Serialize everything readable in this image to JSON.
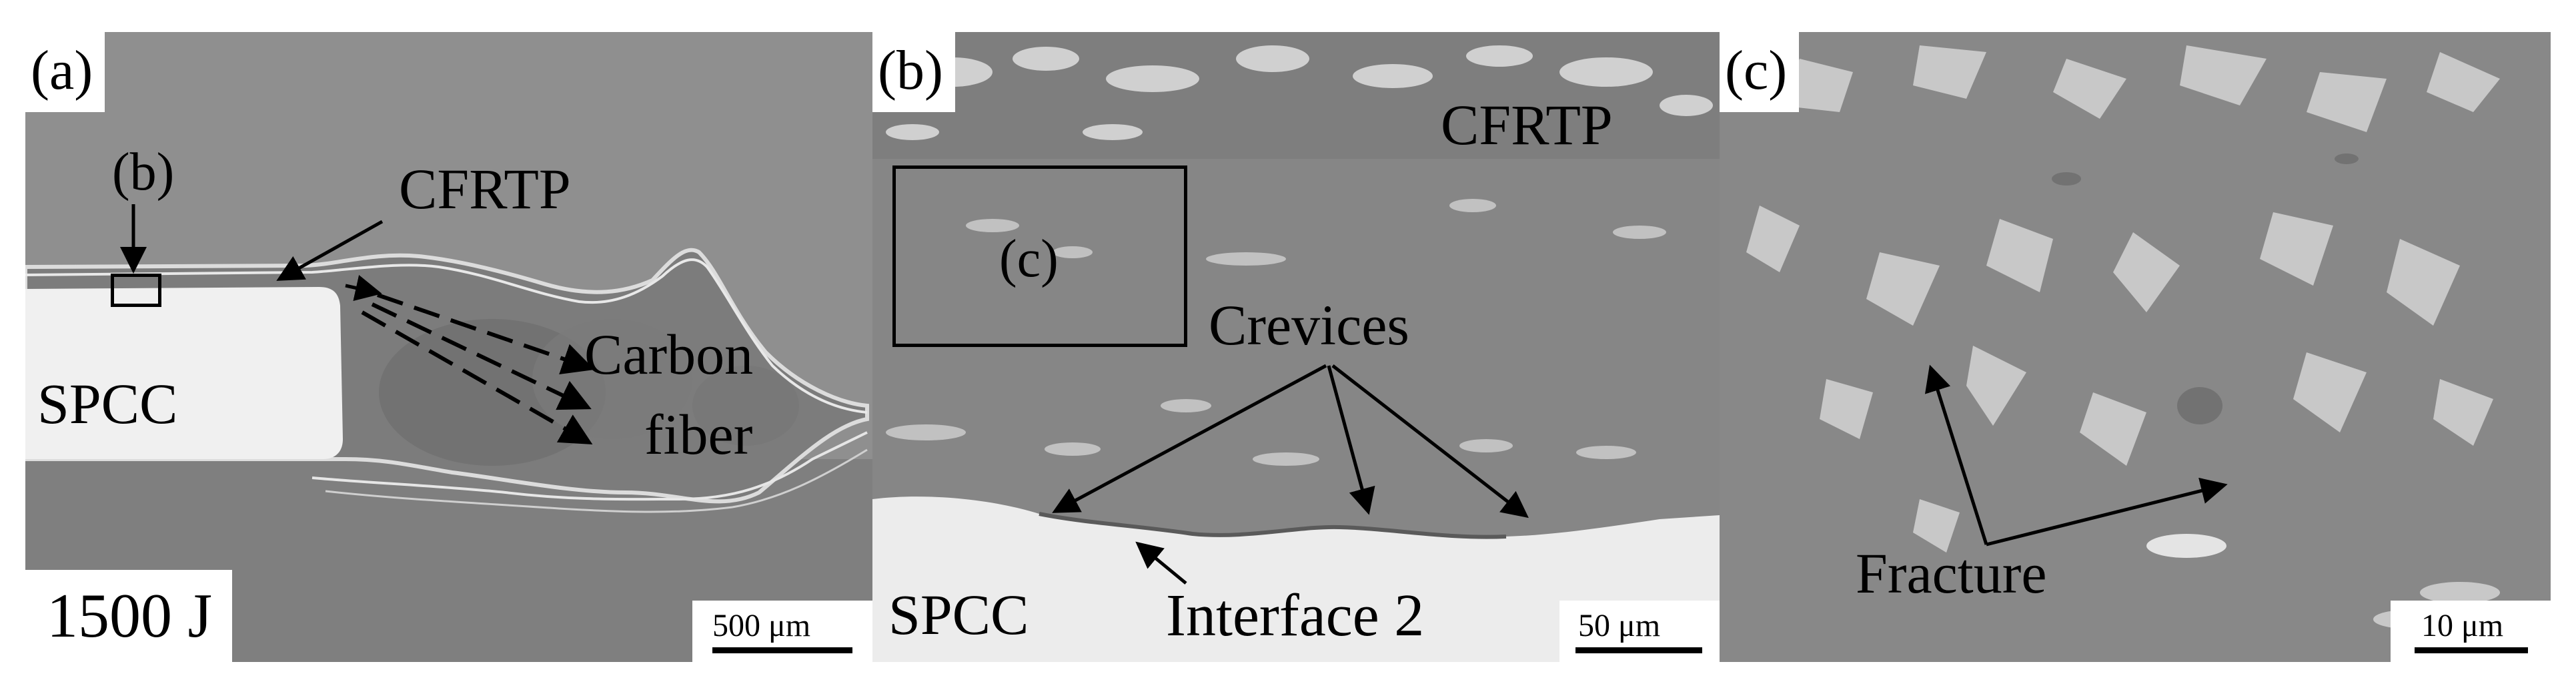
{
  "panels": [
    {
      "id": "a",
      "tag": "(a)",
      "labels": {
        "b_ref": "(b)",
        "material_top": "CFRTP",
        "material_left": "SPCC",
        "fiber_line1": "Carbon",
        "fiber_line2": "fiber",
        "energy": "1500 J"
      },
      "scale_bar": "500 μm"
    },
    {
      "id": "b",
      "tag": "(b)",
      "labels": {
        "material_top": "CFRTP",
        "c_ref": "(c)",
        "defect": "Crevices",
        "material_bottom": "SPCC",
        "interface": "Interface 2"
      },
      "scale_bar": "50 μm"
    },
    {
      "id": "c",
      "tag": "(c)",
      "labels": {
        "defect": "Fracture"
      },
      "scale_bar": "10 μm"
    }
  ],
  "colors": {
    "matrix_gray": "#8d8d8d",
    "steel_white": "#f2f2f2",
    "fiber_highlight": "#e6e6e6",
    "annotation": "#000000"
  }
}
